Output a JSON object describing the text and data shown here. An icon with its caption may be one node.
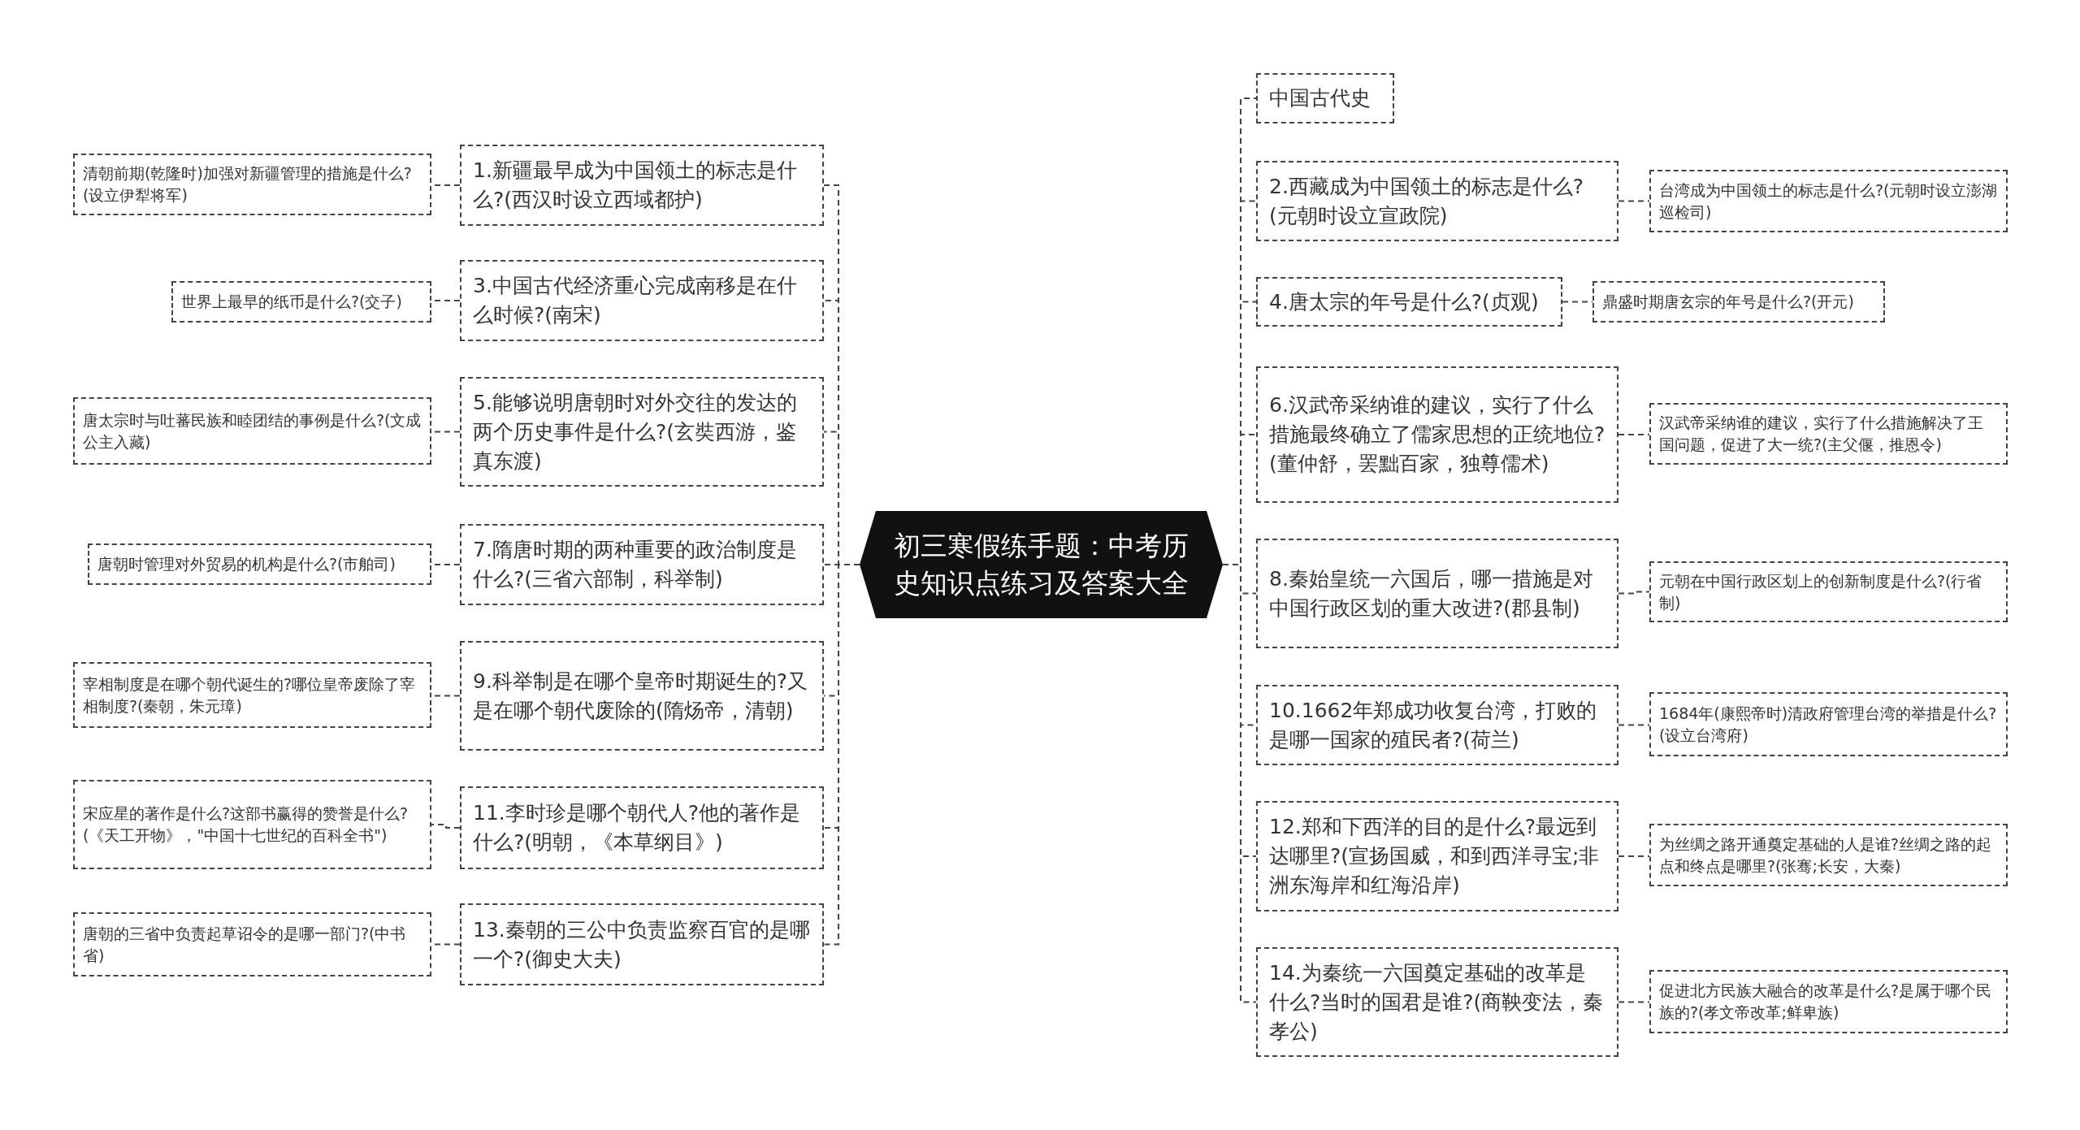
{
  "diagram": {
    "nodes": [
      {
        "text": [
          "初三寒假练手题：中考历史知识点练习及答案大全"
        ]
      },
      {
        "text": [
          "1.新疆最早成为中国领土的标志是什么?(西汉时设立西域都护)"
        ]
      },
      {
        "text": [
          "3.中国古代经济重心完成南移是在什么时候?(南宋)"
        ]
      },
      {
        "text": [
          "5.能够说明唐朝时对外交往的发达的两个历史事件是什么?(玄奘西游，鉴真东渡)"
        ]
      },
      {
        "text": [
          "7.隋唐时期的两种重要的政治制度是什么?(三省六部制，科举制)"
        ]
      },
      {
        "text": [
          "9.科举制是在哪个皇帝时期诞生的?又是在哪个朝代废除的(隋炀帝，清朝)"
        ]
      },
      {
        "text": [
          "11.李时珍是哪个朝代人?他的著作是什么?(明朝，《本草纲目》)"
        ]
      },
      {
        "text": [
          "13.秦朝的三公中负责监察百官的是哪一个?(御史大夫)"
        ]
      },
      {
        "text": [
          "清朝前期(乾隆时)加强对新疆管理的措施是什么?(设立伊犁将军)"
        ]
      },
      {
        "text": [
          "世界上最早的纸币是什么?(交子)"
        ]
      },
      {
        "text": [
          "唐太宗时与吐蕃民族和睦团结的事例是什么?(文成公主入藏)"
        ]
      },
      {
        "text": [
          "唐朝时管理对外贸易的机构是什么?(市舶司)"
        ]
      },
      {
        "text": [
          "宰相制度是在哪个朝代诞生的?哪位皇帝废除了宰相制度?(秦朝，朱元璋)"
        ]
      },
      {
        "text": [
          "宋应星的著作是什么?这部书赢得的赞誉是什么?(《天工开物》，\"中国十七世纪的百科全书\")"
        ]
      },
      {
        "text": [
          "唐朝的三省中负责起草诏令的是哪一部门?(中书省)"
        ]
      },
      {
        "text": [
          "中国古代史"
        ]
      },
      {
        "text": [
          "2.西藏成为中国领土的标志是什么?(元朝时设立宣政院)"
        ]
      },
      {
        "text": [
          "4.唐太宗的年号是什么?(贞观)"
        ]
      },
      {
        "text": [
          "6.汉武帝采纳谁的建议，实行了什么措施最终确立了儒家思想的正统地位?(董仲舒，罢黜百家，独尊儒术)"
        ]
      },
      {
        "text": [
          "8.秦始皇统一六国后，哪一措施是对中国行政区划的重大改进?(郡县制)"
        ]
      },
      {
        "text": [
          "10.1662年郑成功收复台湾，打败的是哪一国家的殖民者?(荷兰)"
        ]
      },
      {
        "text": [
          "12.郑和下西洋的目的是什么?最远到达哪里?(宣扬国威，和到西洋寻宝;非洲东海岸和红海沿岸)"
        ]
      },
      {
        "text": [
          "14.为秦统一六国奠定基础的改革是什么?当时的国君是谁?(商鞅变法，秦孝公)"
        ]
      },
      {
        "text": [
          "台湾成为中国领土的标志是什么?(元朝时设立澎湖巡检司)"
        ]
      },
      {
        "text": [
          "鼎盛时期唐玄宗的年号是什么?(开元)"
        ]
      },
      {
        "text": [
          "汉武帝采纳谁的建议，实行了什么措施解决了王国问题，促进了大一统?(主父偃，推恩令)"
        ]
      },
      {
        "text": [
          "元朝在中国行政区划上的创新制度是什么?(行省制)"
        ]
      },
      {
        "text": [
          "1684年(康熙帝时)清政府管理台湾的举措是什么?(设立台湾府)"
        ]
      },
      {
        "text": [
          "为丝绸之路开通奠定基础的人是谁?丝绸之路的起点和终点是哪里?(张骞;长安，大秦)"
        ]
      },
      {
        "text": [
          "促进北方民族大融合的改革是什么?是属于哪个民族的?(孝文帝改革;鲜卑族)"
        ]
      }
    ],
    "edges": [
      {
        "from": 0,
        "to": 1,
        "arrow": "none"
      },
      {
        "from": 0,
        "to": 2,
        "arrow": "none"
      },
      {
        "from": 0,
        "to": 3,
        "arrow": "none"
      },
      {
        "from": 0,
        "to": 4,
        "arrow": "none"
      },
      {
        "from": 0,
        "to": 5,
        "arrow": "none"
      },
      {
        "from": 0,
        "to": 6,
        "arrow": "none"
      },
      {
        "from": 0,
        "to": 7,
        "arrow": "none"
      },
      {
        "from": 1,
        "to": 8,
        "arrow": "none"
      },
      {
        "from": 2,
        "to": 9,
        "arrow": "none"
      },
      {
        "from": 3,
        "to": 10,
        "arrow": "none"
      },
      {
        "from": 4,
        "to": 11,
        "arrow": "none"
      },
      {
        "from": 5,
        "to": 12,
        "arrow": "none"
      },
      {
        "from": 6,
        "to": 13,
        "arrow": "none"
      },
      {
        "from": 7,
        "to": 14,
        "arrow": "none"
      },
      {
        "from": 0,
        "to": 15,
        "arrow": "none"
      },
      {
        "from": 0,
        "to": 16,
        "arrow": "none"
      },
      {
        "from": 0,
        "to": 17,
        "arrow": "none"
      },
      {
        "from": 0,
        "to": 18,
        "arrow": "none"
      },
      {
        "from": 0,
        "to": 19,
        "arrow": "none"
      },
      {
        "from": 0,
        "to": 20,
        "arrow": "none"
      },
      {
        "from": 0,
        "to": 21,
        "arrow": "none"
      },
      {
        "from": 0,
        "to": 22,
        "arrow": "none"
      },
      {
        "from": 16,
        "to": 23,
        "arrow": "none"
      },
      {
        "from": 17,
        "to": 24,
        "arrow": "none"
      },
      {
        "from": 18,
        "to": 25,
        "arrow": "none"
      },
      {
        "from": 19,
        "to": 26,
        "arrow": "none"
      },
      {
        "from": 20,
        "to": 27,
        "arrow": "none"
      },
      {
        "from": 21,
        "to": 28,
        "arrow": "none"
      },
      {
        "from": 22,
        "to": 29,
        "arrow": "none"
      }
    ]
  }
}
